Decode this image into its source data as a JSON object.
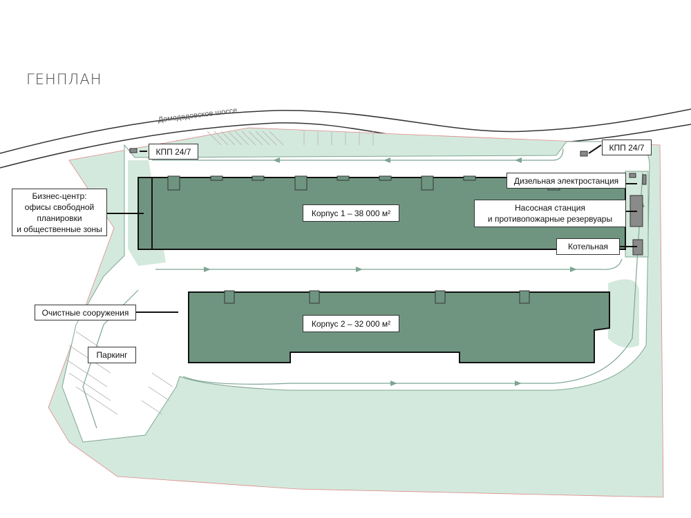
{
  "title": "ГЕНПЛАН",
  "road_name": "Домодедовское шоссе",
  "labels": {
    "checkpoint_left": "КПП 24/7",
    "checkpoint_right": "КПП 24/7",
    "business_center": [
      "Бизнес-центр:",
      "офисы свободной",
      "планировки",
      "и общественные зоны"
    ],
    "building1": "Корпус 1 – 38 000 м²",
    "building2": "Корпус 2 – 32 000 м²",
    "diesel": "Дизельная электростанция",
    "pump": [
      "Насосная станция",
      "и противопожарные резервуары"
    ],
    "boiler": "Котельная",
    "treatment": "Очистные сооружения",
    "parking": "Паркинг"
  },
  "colors": {
    "building": "#6f9581",
    "green_area": "#d4e9dd",
    "road_line": "#7ea592",
    "utility": "#8a8a8a"
  }
}
